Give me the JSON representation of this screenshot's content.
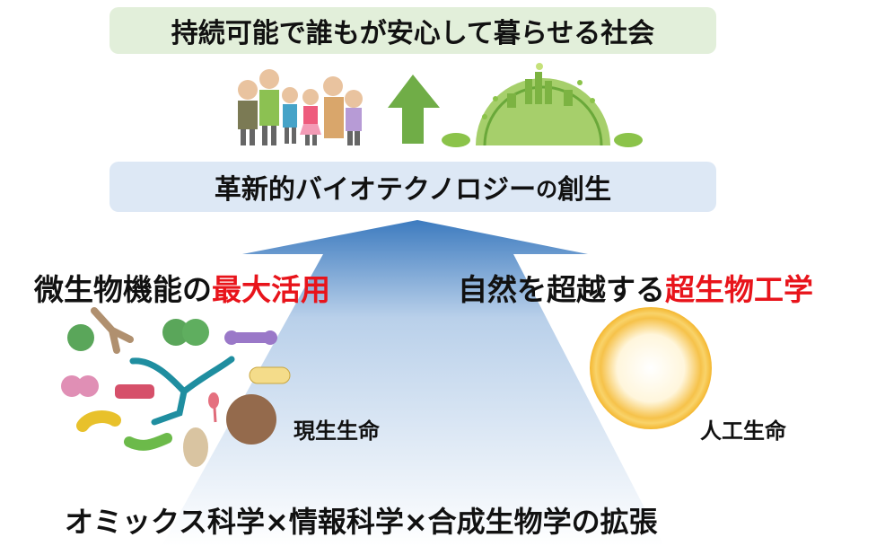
{
  "goal": {
    "text": "持続可能で誰もが安心して暮らせる社会"
  },
  "technology": {
    "main": "革新的バイオテクノロジー",
    "particle": "の",
    "end": "創生"
  },
  "left_heading": {
    "black": "微生物機能の",
    "red": "最大活用"
  },
  "right_heading": {
    "black": "自然を超越する",
    "red": "超生物工学"
  },
  "labels": {
    "extant_life": "現生生命",
    "artificial_life": "人工生命"
  },
  "bottom": {
    "text": "オミックス科学×情報科学×合成生物学の拡張"
  },
  "colors": {
    "accent_red": "#e8141b",
    "goal_bg": "#e2efda",
    "tech_bg": "#dde8f5",
    "arrow_green": "#70ad47",
    "arrow_blue": "#3f7fc0"
  }
}
